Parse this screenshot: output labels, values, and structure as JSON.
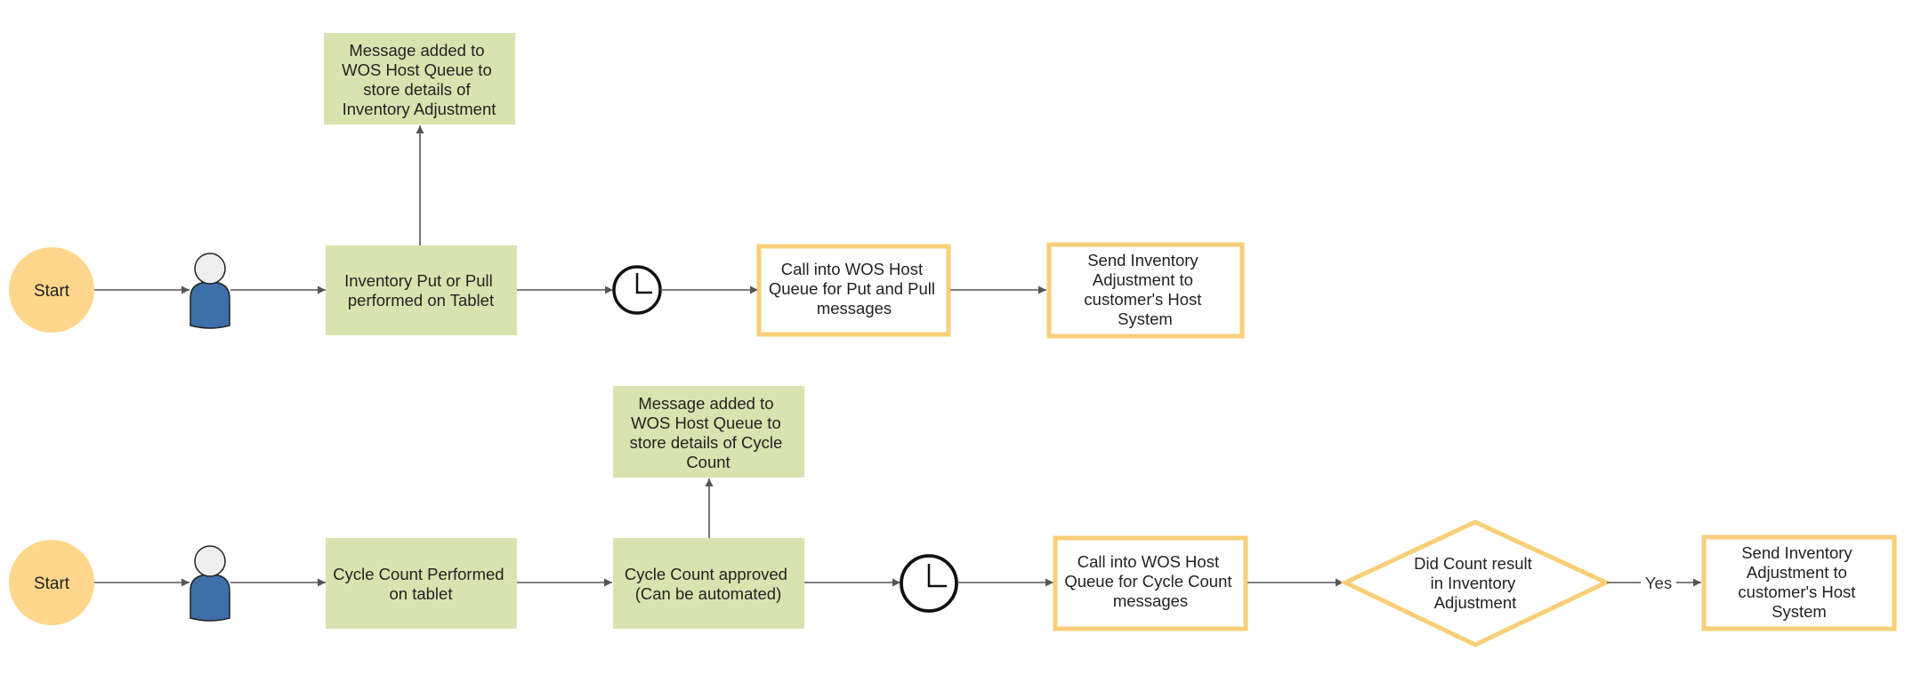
{
  "colors": {
    "start_fill": "#FFD68C",
    "green_fill": "#D9E3AF",
    "orange_border": "#F7CF78",
    "person_body": "#3E6FA8",
    "person_head": "#EFEFEF",
    "line": "#555555"
  },
  "flow1": {
    "start": "Start",
    "message": [
      "Message added to",
      "WOS Host Queue to",
      "store details of",
      "Inventory Adjustment"
    ],
    "action": [
      "Inventory Put or Pull",
      "performed on Tablet"
    ],
    "call": [
      "Call into WOS Host",
      "Queue for Put and Pull",
      "messages"
    ],
    "send": [
      "Send Inventory",
      "Adjustment to",
      "customer's Host",
      "System"
    ]
  },
  "flow2": {
    "start": "Start",
    "action": [
      "Cycle Count Performed",
      "on tablet"
    ],
    "message": [
      "Message added to",
      "WOS Host Queue to",
      "store details of Cycle",
      "Count"
    ],
    "approved": [
      "Cycle Count approved",
      "(Can be automated)"
    ],
    "call": [
      "Call into WOS Host",
      "Queue for Cycle Count",
      "messages"
    ],
    "decision": [
      "Did Count result",
      "in Inventory",
      "Adjustment"
    ],
    "yes_label": "Yes",
    "send": [
      "Send Inventory",
      "Adjustment to",
      "customer's Host",
      "System"
    ]
  }
}
